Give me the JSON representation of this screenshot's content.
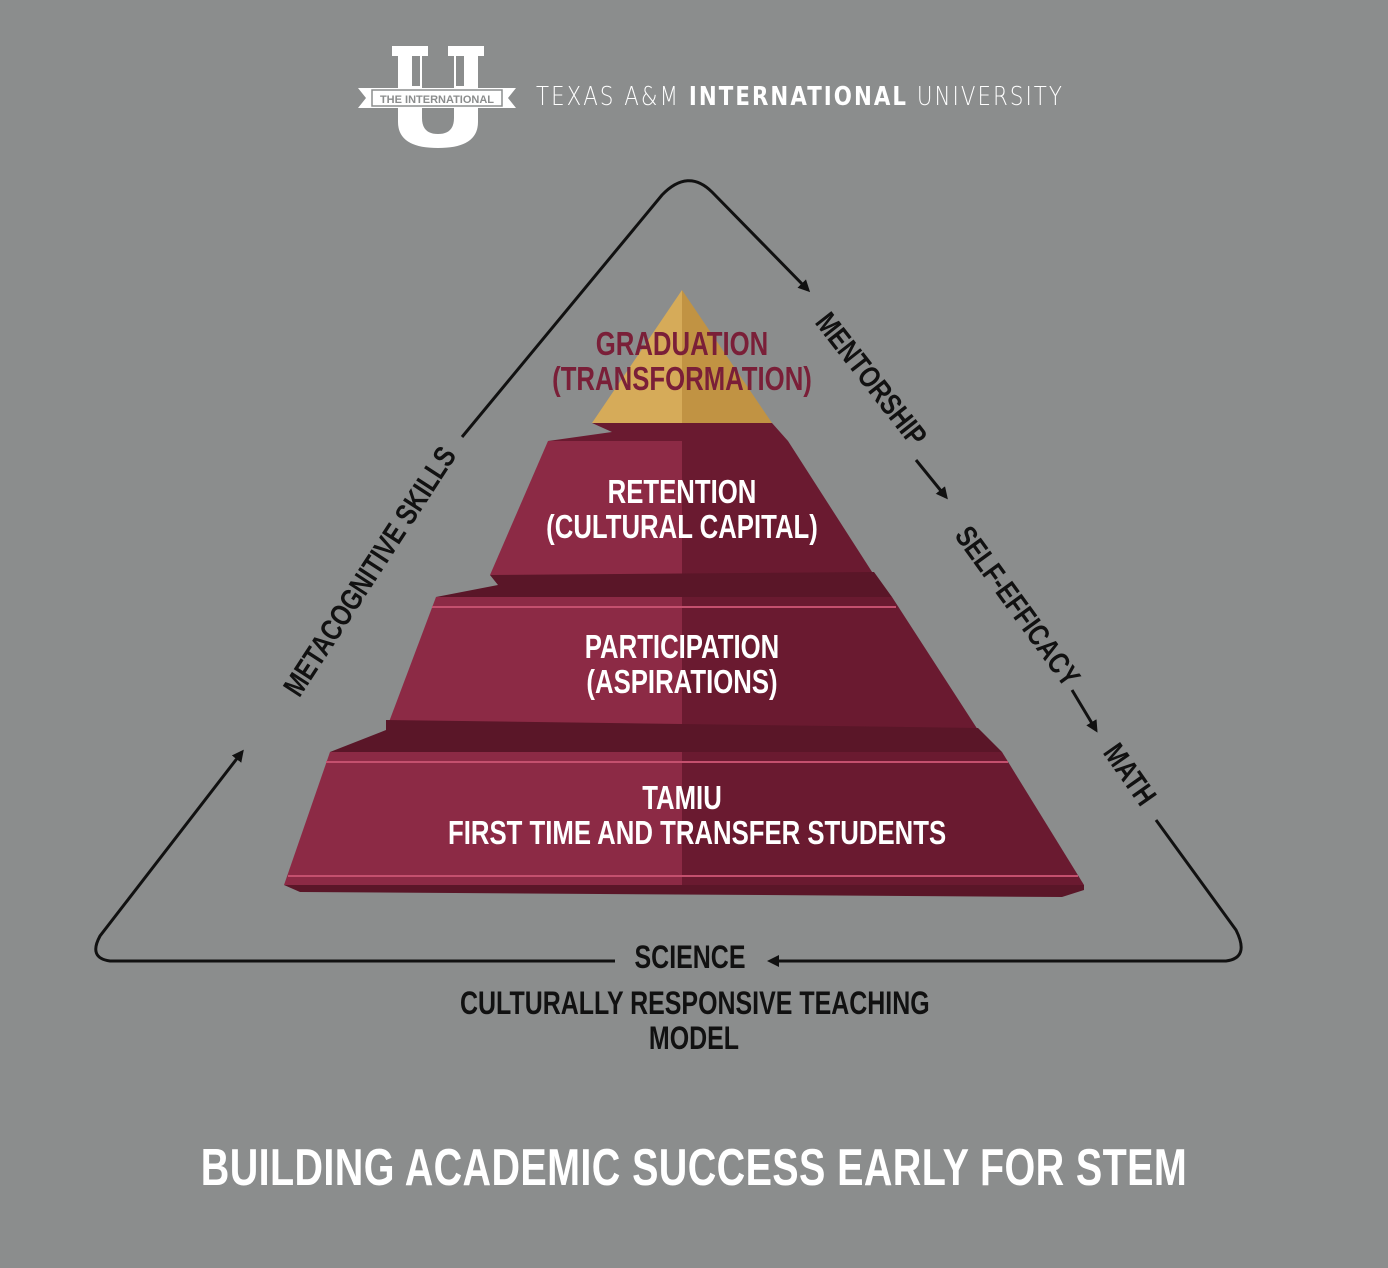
{
  "header": {
    "logo_badge_text": "THE INTERNATIONAL",
    "university_prefix": "TEXAS A&M ",
    "university_bold": "INTERNATIONAL",
    "university_suffix": " UNIVERSITY"
  },
  "pyramid": {
    "tiers": [
      {
        "line1": "GRADUATION",
        "line2": "(TRANSFORMATION)"
      },
      {
        "line1": "RETENTION",
        "line2": "(CULTURAL CAPITAL)"
      },
      {
        "line1": "PARTICIPATION",
        "line2": "(ASPIRATIONS)"
      },
      {
        "line1": "TAMIU",
        "line2": "FIRST TIME AND TRANSFER STUDENTS"
      }
    ]
  },
  "cycle": {
    "left_label": "METACOGNITIVE SKILLS",
    "right_labels": [
      "MENTORSHIP",
      "SELF-EFFICACY",
      "MATH"
    ],
    "bottom_label": "SCIENCE",
    "model_line1": "CULTURALLY RESPONSIVE TEACHING",
    "model_line2": "MODEL"
  },
  "footer": {
    "title": "BUILDING ACADEMIC SUCCESS EARLY FOR STEM"
  },
  "colors": {
    "background": "#8b8d8d",
    "maroon_light": "#8c2a45",
    "maroon_dark": "#6a1a30",
    "gold": "#d6ab59",
    "gold_dark": "#c19343"
  }
}
